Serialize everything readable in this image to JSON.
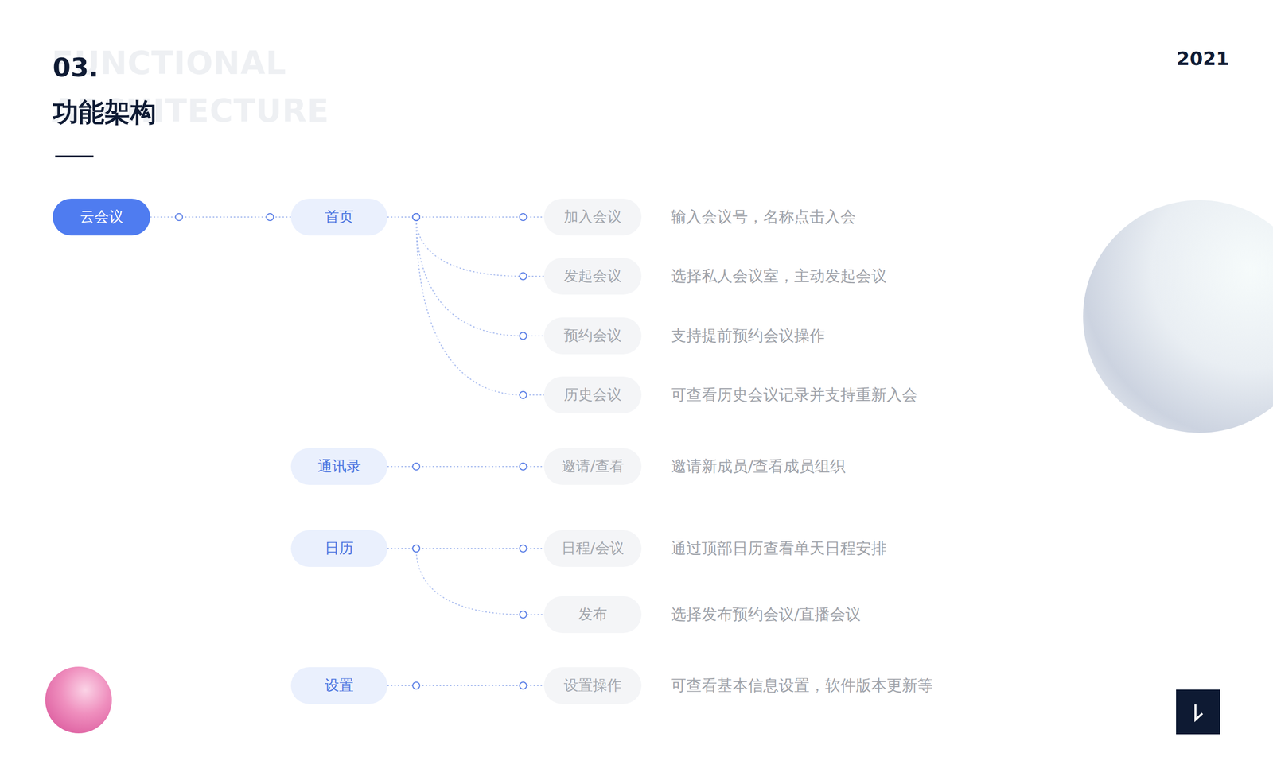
{
  "diagram": {
    "title": "功能架构",
    "nodes": [
      {
        "text": [
          "云会议"
        ]
      },
      {
        "text": [
          "首页"
        ]
      },
      {
        "text": [
          "加入会议"
        ]
      },
      {
        "text": [
          "发起会议"
        ]
      },
      {
        "text": [
          "预约会议"
        ]
      },
      {
        "text": [
          "历史会议"
        ]
      },
      {
        "text": [
          "通讯录"
        ]
      },
      {
        "text": [
          "邀请/查看"
        ]
      },
      {
        "text": [
          "日历"
        ]
      },
      {
        "text": [
          "日程/会议"
        ]
      },
      {
        "text": [
          "发布"
        ]
      },
      {
        "text": [
          "设置"
        ]
      },
      {
        "text": [
          "设置操作"
        ]
      }
    ],
    "edges": [
      {
        "from": 0,
        "to": 1,
        "arrow": "none"
      },
      {
        "from": 1,
        "to": 2,
        "arrow": "none"
      },
      {
        "from": 1,
        "to": 3,
        "arrow": "none"
      },
      {
        "from": 1,
        "to": 4,
        "arrow": "none"
      },
      {
        "from": 1,
        "to": 5,
        "arrow": "none"
      },
      {
        "from": 6,
        "to": 7,
        "arrow": "none"
      },
      {
        "from": 8,
        "to": 9,
        "arrow": "none"
      },
      {
        "from": 8,
        "to": 10,
        "arrow": "none"
      },
      {
        "from": 11,
        "to": 12,
        "arrow": "none"
      }
    ],
    "labels": [
      "FUNCTIONAL",
      "ARCHITECTURE",
      "03.",
      "2021",
      "输入会议号，名称点击入会",
      "选择私人会议室，主动发起会议",
      "支持提前预约会议操作",
      "可查看历史会议记录并支持重新入会",
      "邀请新成员/查看成员组织",
      "通过顶部日历查看单天日程安排",
      "选择发布预约会议/直播会议",
      "可查看基本信息设置，软件版本更新等"
    ]
  }
}
